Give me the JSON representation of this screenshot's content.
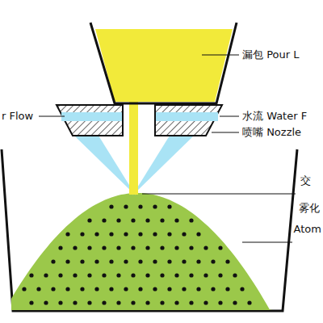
{
  "diagram": {
    "labels": [
      "漏包 Pour L",
      "r Flow",
      "水流 Water F",
      "喷嘴 Nozzle",
      "交",
      "雾化",
      "Atom"
    ]
  }
}
